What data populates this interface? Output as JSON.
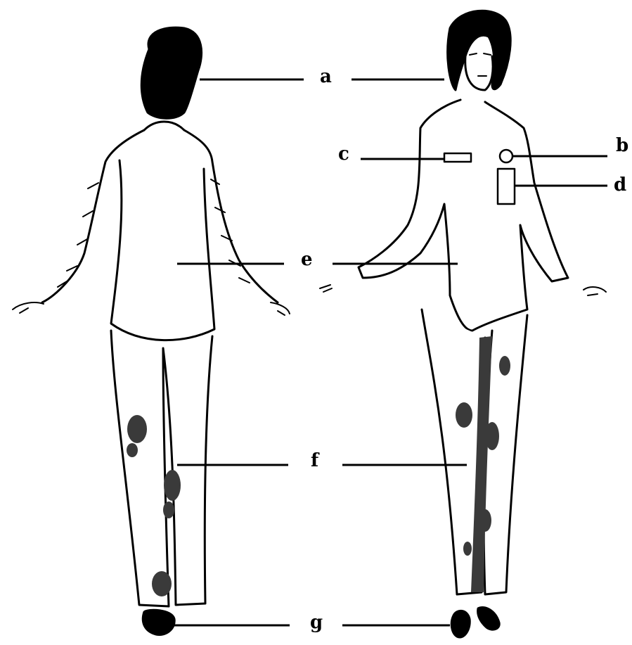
{
  "labels": {
    "a": "a",
    "b": "b",
    "c": "c",
    "d": "d",
    "e": "e",
    "f": "f",
    "g": "g"
  },
  "colors": {
    "ink": "#000000",
    "paper": "#ffffff",
    "floral": "#3a3a3a"
  }
}
